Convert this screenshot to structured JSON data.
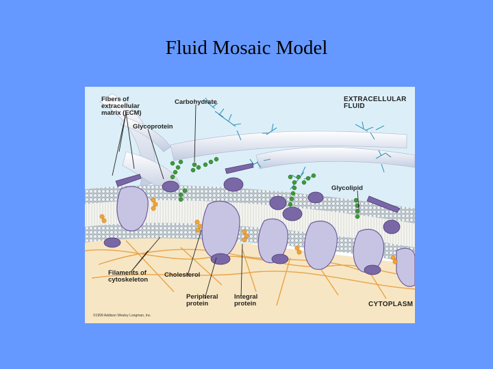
{
  "slide": {
    "title": "Fluid Mosaic Model"
  },
  "figure": {
    "labels": {
      "ecm_fibers": "Fibers of\nextracellular\nmatrix (ECM)",
      "carbohydrate": "Carbohydrate",
      "extracellular_fluid": "EXTRACELLULAR\nFLUID",
      "glycoprotein": "Glycoprotein",
      "glycolipid": "Glycolipid",
      "cytoskeleton": "Filaments of\ncytoskeleton",
      "cholesterol": "Cholesterol",
      "peripheral_protein": "Peripheral\nprotein",
      "integral_protein": "Integral\nprotein",
      "cytoplasm": "CYTOPLASM",
      "copyright": "©1999 Addison Wesley Longman, Inc."
    },
    "colors": {
      "slide_background": "#6699ff",
      "extracellular": "#dceff8",
      "cytoplasm": "#f7e6c3",
      "protein": "#c7c4e3",
      "protein_dark": "#6e5a9a",
      "carbohydrate": "#3f9a3a",
      "cholesterol": "#f0a53a",
      "cytoskeleton": "#e8a34a"
    }
  }
}
